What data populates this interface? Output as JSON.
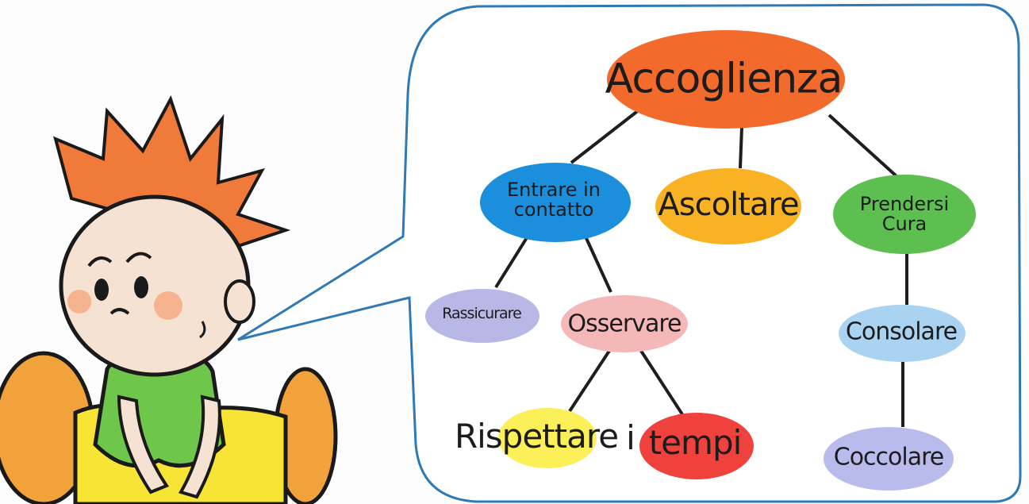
{
  "diagram": {
    "root": {
      "label": "Accoglienza",
      "color": "#f26a2c"
    },
    "nodes": [
      {
        "id": "entrare",
        "lines": [
          "Entrare in",
          "contatto"
        ],
        "color": "#1b8fdc"
      },
      {
        "id": "ascoltare",
        "lines": [
          "Ascoltare"
        ],
        "color": "#f9b223"
      },
      {
        "id": "prendersi",
        "lines": [
          "Prendersi",
          "Cura"
        ],
        "color": "#5dbf4f"
      },
      {
        "id": "rassicurare",
        "lines": [
          "Rassicurare"
        ],
        "color": "#b7b8e6"
      },
      {
        "id": "osservare",
        "lines": [
          "Osservare"
        ],
        "color": "#f4b8b8"
      },
      {
        "id": "consolare",
        "lines": [
          "Consolare"
        ],
        "color": "#a9d3f1"
      },
      {
        "id": "coccolare",
        "lines": [
          "Coccolare"
        ],
        "color": "#babbed"
      },
      {
        "id": "rispettare",
        "lines": [
          "Rispettare"
        ],
        "color": "#fbf058"
      },
      {
        "id": "tempi",
        "lines": [
          "tempi"
        ],
        "color": "#f0423c"
      }
    ],
    "connector_word": "i",
    "edges": [
      [
        "root",
        "entrare"
      ],
      [
        "root",
        "ascoltare"
      ],
      [
        "root",
        "prendersi"
      ],
      [
        "entrare",
        "rassicurare"
      ],
      [
        "entrare",
        "osservare"
      ],
      [
        "osservare",
        "rispettare"
      ],
      [
        "osservare",
        "tempi"
      ],
      [
        "prendersi",
        "consolare"
      ],
      [
        "consolare",
        "coccolare"
      ]
    ]
  },
  "colors": {
    "bubble_outline": "#2f79b4",
    "hair": "#f07a3a",
    "skin": "#f6e2d2",
    "cheeks": "#f5b48e",
    "shirt": "#6ec74a",
    "pants": "#f7e434",
    "shoes": "#f2a23a"
  }
}
